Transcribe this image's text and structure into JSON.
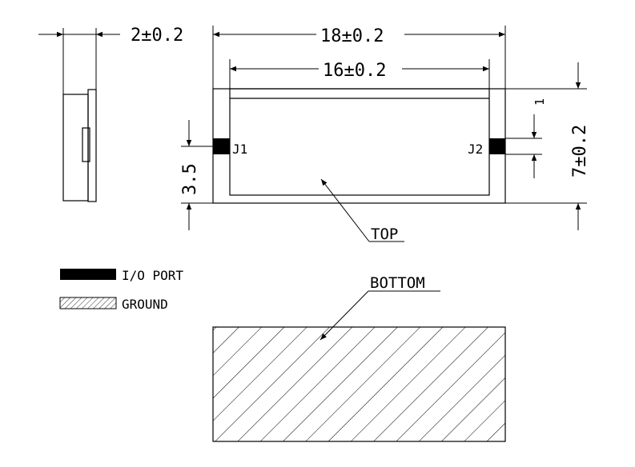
{
  "dimensions": {
    "side_thickness": "2±0.2",
    "overall_length": "18±0.2",
    "inner_length": "16±0.2",
    "port_offset": "3.5",
    "port_size": "1",
    "overall_height": "7±0.2"
  },
  "ports": {
    "left": "J1",
    "right": "J2"
  },
  "views": {
    "top": "TOP",
    "bottom": "BOTTOM"
  },
  "legend": {
    "io_port": "I/O PORT",
    "ground": "GROUND"
  },
  "colors": {
    "line": "#000000",
    "background": "#ffffff"
  }
}
